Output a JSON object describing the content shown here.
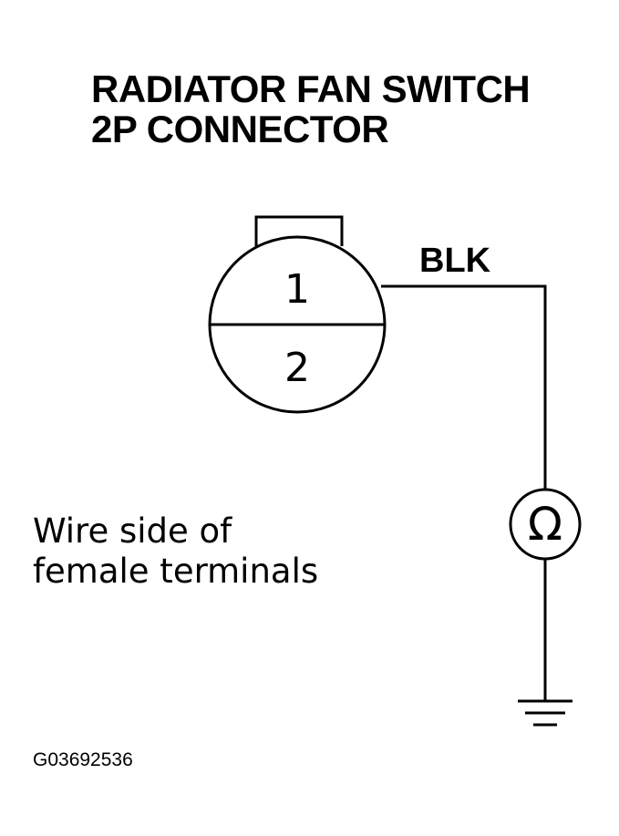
{
  "title": {
    "line1": "RADIATOR FAN SWITCH",
    "line2": "2P CONNECTOR"
  },
  "connector": {
    "terminal_1": "1",
    "terminal_2": "2"
  },
  "wire": {
    "color_label": "BLK"
  },
  "meter": {
    "symbol": "Ω",
    "icon": "ohmmeter-icon"
  },
  "ground": {
    "icon": "ground-symbol-icon"
  },
  "caption": {
    "line1": "Wire side of",
    "line2": "female terminals"
  },
  "figure_id": "G03692536",
  "colors": {
    "ink": "#000000",
    "background": "#ffffff"
  }
}
